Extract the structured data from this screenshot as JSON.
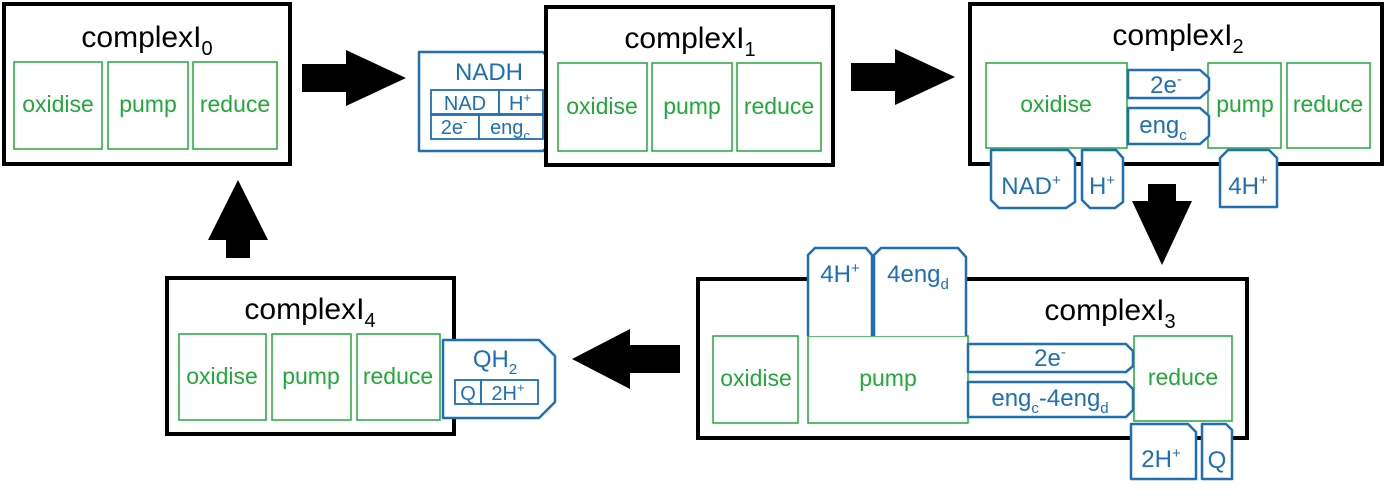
{
  "complexes": {
    "c0": {
      "name": "complexI",
      "sub": "0",
      "parts": [
        "oxidise",
        "pump",
        "reduce"
      ]
    },
    "c1": {
      "name": "complexI",
      "sub": "1",
      "parts": [
        "oxidise",
        "pump",
        "reduce"
      ]
    },
    "c2": {
      "name": "complexI",
      "sub": "2",
      "parts": [
        "oxidise",
        "pump",
        "reduce"
      ]
    },
    "c3": {
      "name": "complexI",
      "sub": "3",
      "parts": [
        "oxidise",
        "pump",
        "reduce"
      ]
    },
    "c4": {
      "name": "complexI",
      "sub": "4",
      "parts": [
        "oxidise",
        "pump",
        "reduce"
      ]
    }
  },
  "tokens": {
    "nadh": {
      "title": "NADH",
      "nad": "NAD",
      "h": "H",
      "h_sup": "+",
      "e": "2e",
      "e_sup": "-",
      "eng": "eng",
      "eng_sub": "c"
    },
    "c2_e": {
      "base": "2e",
      "sup": "-"
    },
    "c2_eng": {
      "base": "eng",
      "sub": "c"
    },
    "c2_nad": {
      "base": "NAD",
      "sup": "+"
    },
    "c2_h": {
      "base": "H",
      "sup": "+"
    },
    "c2_4h": {
      "base": "4H",
      "sup": "+"
    },
    "c3_4h": {
      "base": "4H",
      "sup": "+"
    },
    "c3_4eng": {
      "base": "4eng",
      "sub": "d"
    },
    "c3_e": {
      "base": "2e",
      "sup": "-"
    },
    "c3_eng": {
      "a": "eng",
      "a_sub": "c",
      "mid": "-4eng",
      "b_sub": "d"
    },
    "c3_2h": {
      "base": "2H",
      "sup": "+"
    },
    "c3_q": {
      "base": "Q"
    },
    "qh2": {
      "title": "QH",
      "title_sub": "2",
      "q": "Q",
      "h": "2H",
      "h_sup": "+"
    }
  },
  "colors": {
    "complex_border": "#000000",
    "subunit": "#22a83a",
    "token": "#1e6fb5",
    "arrow": "#000000"
  }
}
